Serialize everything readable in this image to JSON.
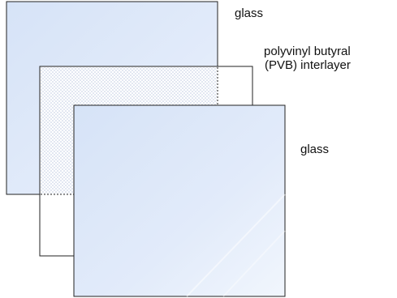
{
  "labels": {
    "glass_top": "glass",
    "interlayer_line1": "polyvinyl butyral",
    "interlayer_line2": "(PVB) interlayer",
    "glass_bottom": "glass"
  },
  "colors": {
    "glass_fill_light": "#f1f6fd",
    "glass_fill_mid": "#e2ebfa",
    "glass_fill_dark": "#d6e3f7",
    "outline": "#222222",
    "interlayer_dots": "#bfcbe2",
    "background": "#ffffff"
  }
}
